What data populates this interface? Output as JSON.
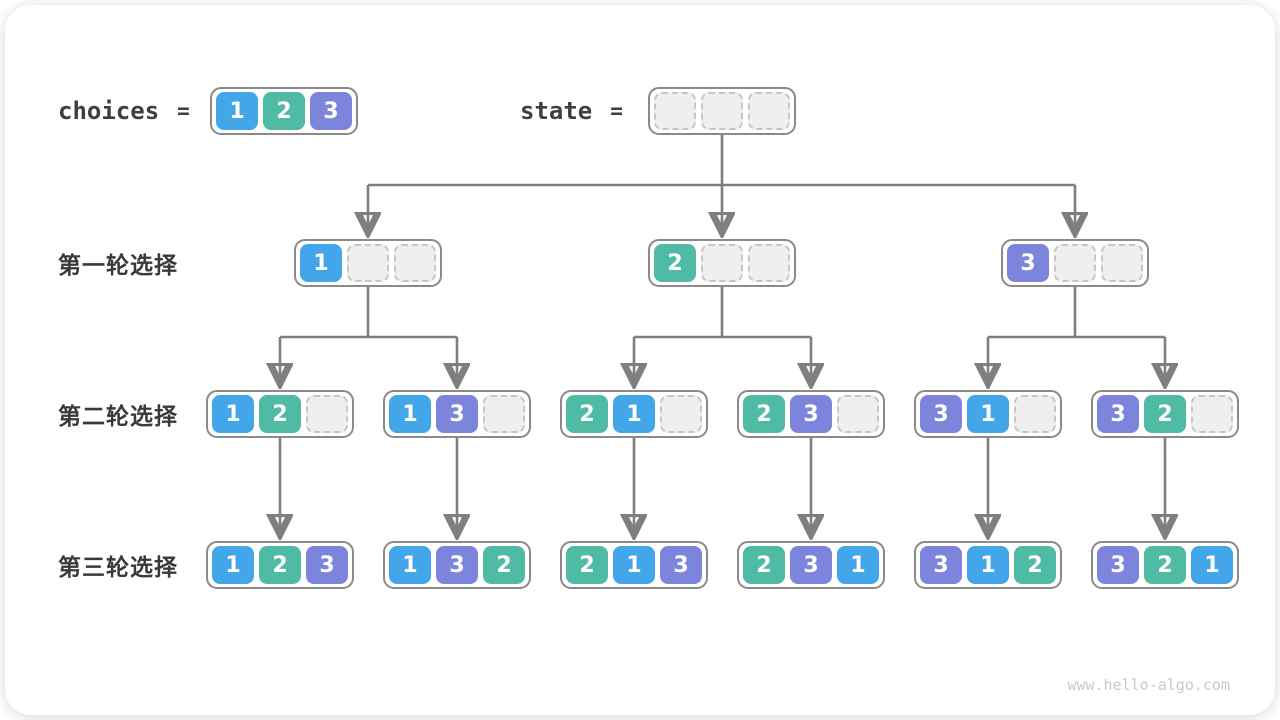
{
  "colors": {
    "cell_1": "#43a6e8",
    "cell_2": "#4fbba4",
    "cell_3": "#7c85db",
    "empty_cell": "#efefef",
    "box_border": "#8a8a8a",
    "connector": "#7f7f7f"
  },
  "header": {
    "choices_label": "choices",
    "state_label": "state",
    "equals": "=",
    "choices_cells": [
      "1",
      "2",
      "3"
    ],
    "state_cells": [
      "",
      "",
      ""
    ]
  },
  "rows": [
    {
      "label": "第一轮选择",
      "boxes": [
        [
          "1",
          "",
          ""
        ],
        [
          "2",
          "",
          ""
        ],
        [
          "3",
          "",
          ""
        ]
      ]
    },
    {
      "label": "第二轮选择",
      "boxes": [
        [
          "1",
          "2",
          ""
        ],
        [
          "1",
          "3",
          ""
        ],
        [
          "2",
          "1",
          ""
        ],
        [
          "2",
          "3",
          ""
        ],
        [
          "3",
          "1",
          ""
        ],
        [
          "3",
          "2",
          ""
        ]
      ]
    },
    {
      "label": "第三轮选择",
      "boxes": [
        [
          "1",
          "2",
          "3"
        ],
        [
          "1",
          "3",
          "2"
        ],
        [
          "2",
          "1",
          "3"
        ],
        [
          "2",
          "3",
          "1"
        ],
        [
          "3",
          "1",
          "2"
        ],
        [
          "3",
          "2",
          "1"
        ]
      ]
    }
  ],
  "watermark": "www.hello-algo.com"
}
